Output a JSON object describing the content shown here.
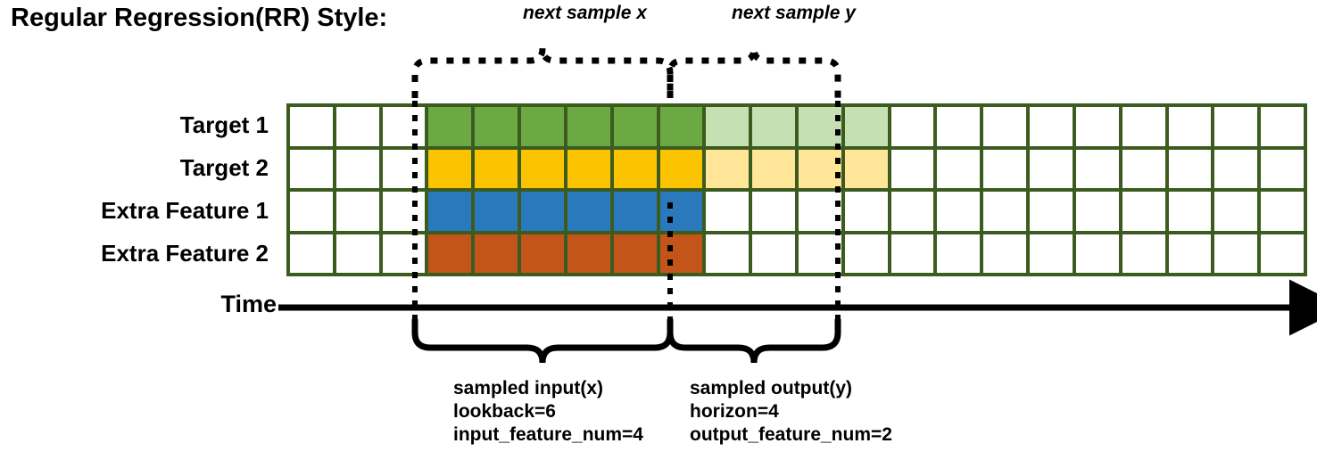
{
  "title": "Regular Regression(RR) Style:",
  "top_annotations": {
    "next_sample_x": "next sample x",
    "next_sample_y": "next sample y"
  },
  "rows": [
    {
      "label": "Target 1",
      "name": "target-1"
    },
    {
      "label": "Target 2",
      "name": "target-2"
    },
    {
      "label": "Extra Feature 1",
      "name": "extra-feature-1"
    },
    {
      "label": "Extra Feature 2",
      "name": "extra-feature-2"
    }
  ],
  "grid": {
    "columns": 22,
    "rows": 4,
    "leading_blank_columns": 3,
    "lookback_columns": 6,
    "horizon_columns": 4,
    "trailing_blank_columns": 9,
    "cell_classes": [
      [
        "c-white",
        "c-white",
        "c-white",
        "c-green",
        "c-green",
        "c-green",
        "c-green",
        "c-green",
        "c-green",
        "c-lgreen",
        "c-lgreen",
        "c-lgreen",
        "c-lgreen",
        "c-white",
        "c-white",
        "c-white",
        "c-white",
        "c-white",
        "c-white",
        "c-white",
        "c-white",
        "c-white"
      ],
      [
        "c-white",
        "c-white",
        "c-white",
        "c-yellow",
        "c-yellow",
        "c-yellow",
        "c-yellow",
        "c-yellow",
        "c-yellow",
        "c-lyellow",
        "c-lyellow",
        "c-lyellow",
        "c-lyellow",
        "c-white",
        "c-white",
        "c-white",
        "c-white",
        "c-white",
        "c-white",
        "c-white",
        "c-white",
        "c-white"
      ],
      [
        "c-white",
        "c-white",
        "c-white",
        "c-blue",
        "c-blue",
        "c-blue",
        "c-blue",
        "c-blue",
        "c-blue",
        "c-white",
        "c-white",
        "c-white",
        "c-white",
        "c-white",
        "c-white",
        "c-white",
        "c-white",
        "c-white",
        "c-white",
        "c-white",
        "c-white",
        "c-white"
      ],
      [
        "c-white",
        "c-white",
        "c-white",
        "c-orange",
        "c-orange",
        "c-orange",
        "c-orange",
        "c-orange",
        "c-orange",
        "c-white",
        "c-white",
        "c-white",
        "c-white",
        "c-white",
        "c-white",
        "c-white",
        "c-white",
        "c-white",
        "c-white",
        "c-white",
        "c-white",
        "c-white"
      ]
    ]
  },
  "axis": {
    "time_label": "Time"
  },
  "captions": {
    "input": {
      "line1": "sampled input(x)",
      "line2": "lookback=6",
      "line3": "input_feature_num=4"
    },
    "output": {
      "line1": "sampled output(y)",
      "line2": "horizon=4",
      "line3": "output_feature_num=2"
    }
  },
  "colors": {
    "grid_line": "#3c5c1f",
    "target1": "#6ca944",
    "target1_light": "#c6e0b4",
    "target2": "#fbc300",
    "target2_light": "#ffe699",
    "extra_feature1": "#2b79bd",
    "extra_feature2": "#c4551a",
    "stroke": "#000000"
  }
}
